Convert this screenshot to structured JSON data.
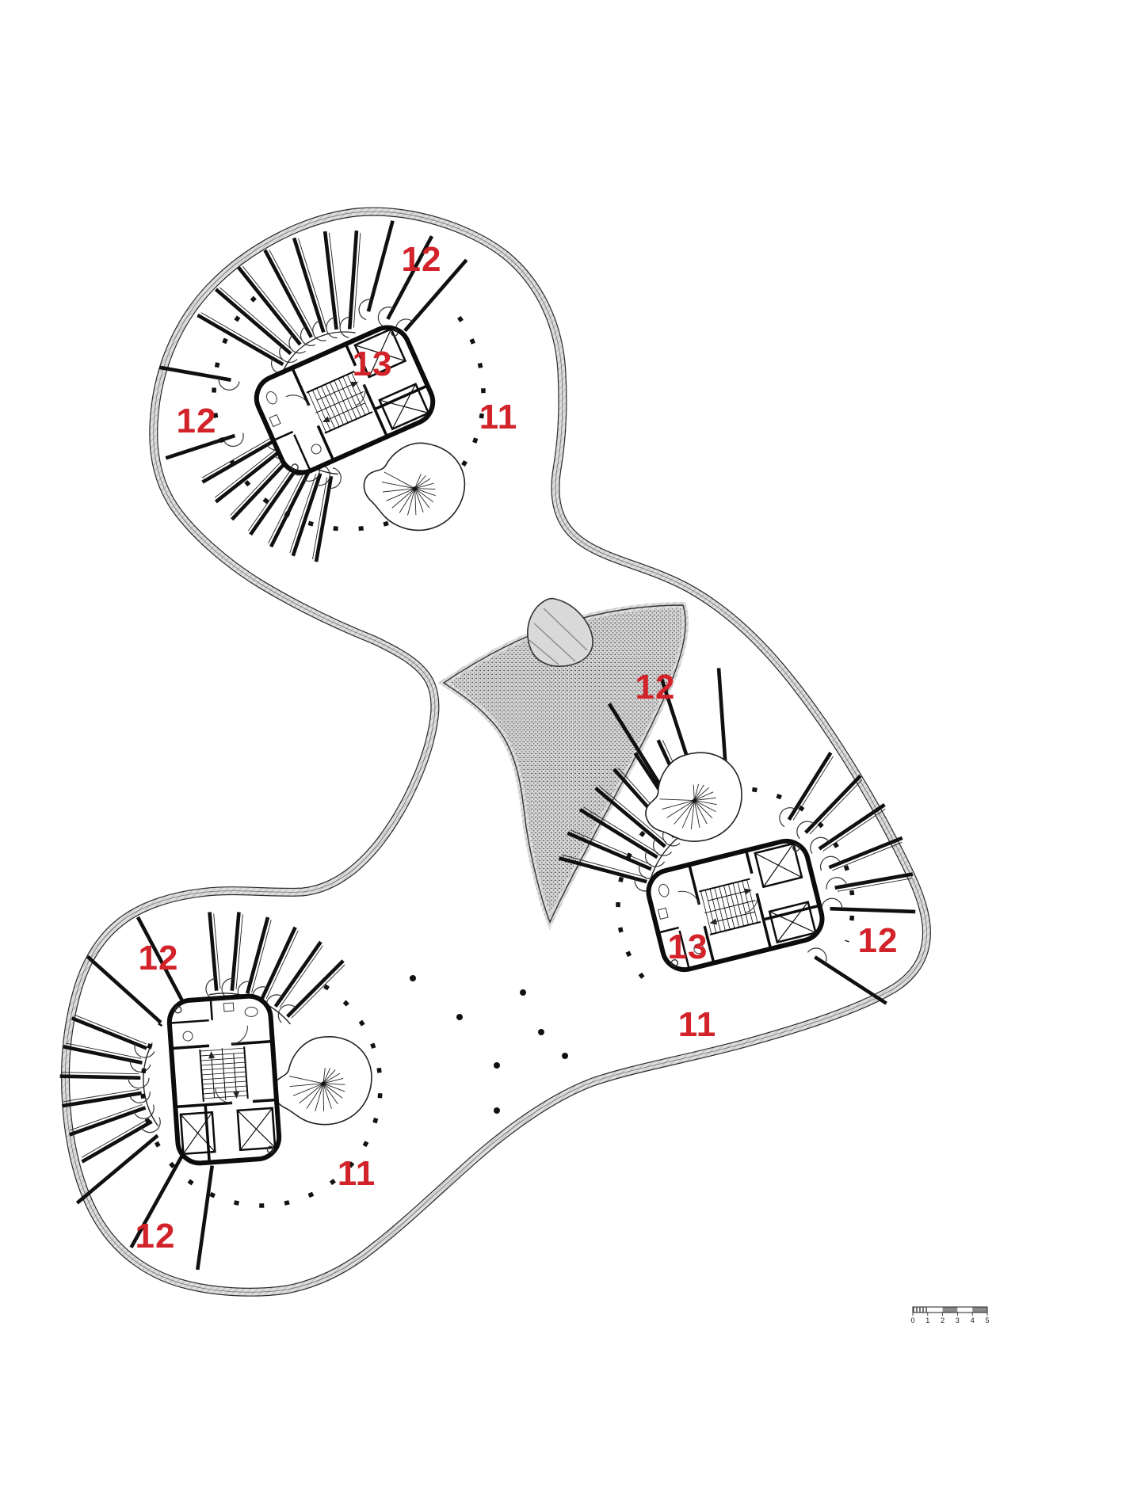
{
  "drawing": {
    "type": "architectural-floor-plan",
    "description": "Three-lobe organic tower floor plan with service cores, spiral stairs and numbered zones"
  },
  "colors": {
    "accent_red": "#d2232a",
    "line_ink": "#0f0f0f",
    "band_gray": "#d9d9d9",
    "stipple_gray": "#cfcfcf",
    "skylight_gray": "#d9d9d9"
  },
  "labels": [
    {
      "id": "top-lobe-zone-12-north",
      "text": "12"
    },
    {
      "id": "top-lobe-zone-13-core",
      "text": "13"
    },
    {
      "id": "top-lobe-zone-12-west",
      "text": "12"
    },
    {
      "id": "top-lobe-zone-11-hall",
      "text": "11"
    },
    {
      "id": "mid-lobe-zone-12-north",
      "text": "12"
    },
    {
      "id": "mid-lobe-zone-13-core",
      "text": "13"
    },
    {
      "id": "mid-lobe-zone-12-east",
      "text": "12"
    },
    {
      "id": "mid-lobe-zone-11-hall",
      "text": "11"
    },
    {
      "id": "bottom-lobe-zone-12-northwest",
      "text": "12"
    },
    {
      "id": "bottom-lobe-zone-11-hall",
      "text": "11"
    },
    {
      "id": "bottom-lobe-zone-12-south",
      "text": "12"
    }
  ],
  "scale_bar": {
    "ticks": [
      "0",
      "1",
      "2",
      "3",
      "4",
      "5"
    ]
  }
}
